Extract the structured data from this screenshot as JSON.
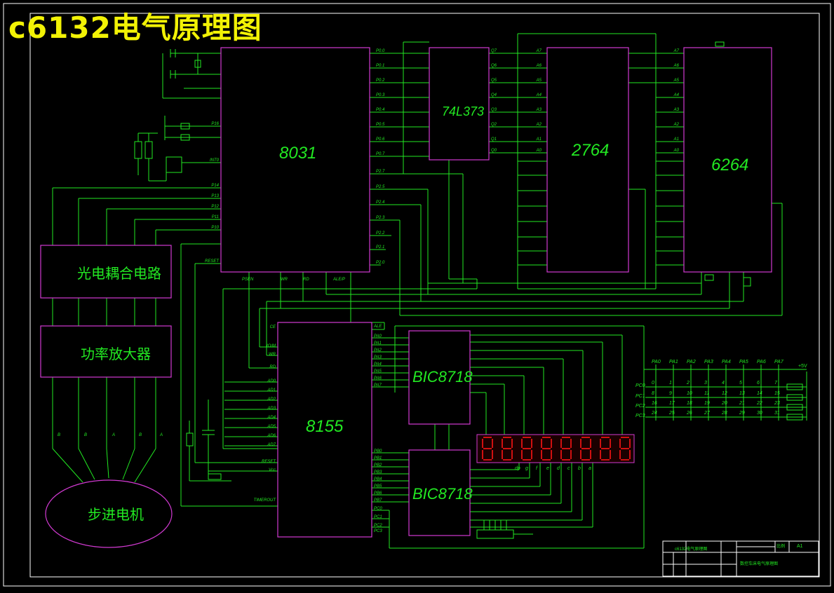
{
  "title": "c6132电气原理图",
  "colors": {
    "background": "#000000",
    "frame": "#ffffff",
    "chip": "#d23ad2",
    "wire": "#22e822",
    "title": "#f2f205",
    "led": "#d01010"
  },
  "chips": {
    "cpu": "8031",
    "latch": "74L373",
    "eprom": "2764",
    "ram": "6264",
    "io": "8155",
    "driver1": "BIC8718",
    "driver2": "BIC8718"
  },
  "blocks": {
    "optocoupler": "光电耦合电路",
    "amplifier": "功率放大器",
    "motor": "步进电机"
  },
  "cpu_left_pins": [
    "P16",
    "INT0",
    "P14",
    "P13",
    "P12",
    "P11",
    "P10",
    "RESET"
  ],
  "cpu_right_pins": [
    "P0.0",
    "P0.1",
    "P0.2",
    "P0.3",
    "P0.4",
    "P0.5",
    "P0.6",
    "P0.7",
    "P2.7",
    "P2.5",
    "P2.4",
    "P2.3",
    "P2.2",
    "P2.1",
    "P2.0"
  ],
  "cpu_bottom_pins": [
    "PSEN",
    "WR",
    "RD",
    "ALE/P"
  ],
  "latch_q_pins": [
    "Q7",
    "Q6",
    "Q5",
    "Q4",
    "Q3",
    "Q2",
    "Q1",
    "Q0"
  ],
  "eprom_addr_pins": [
    "A7",
    "A6",
    "A5",
    "A4",
    "A3",
    "A2",
    "A1",
    "A0"
  ],
  "ram_addr_pins": [
    "A7",
    "A6",
    "A5",
    "A4",
    "A3",
    "A2",
    "A1",
    "A0"
  ],
  "io_left_pins": [
    "CE",
    "IO/M",
    "WR",
    "RD",
    "AD0",
    "AD1",
    "AD2",
    "AD3",
    "AD4",
    "AD5",
    "AD6",
    "AD7",
    "RESET",
    "Vcc",
    "TIMEROUT"
  ],
  "io_right_pins": [
    "ALE",
    "PA0",
    "PA1",
    "PA2",
    "PA3",
    "PA4",
    "PA5",
    "PA6",
    "PA7",
    "PB0",
    "PB1",
    "PB2",
    "PB3",
    "PB4",
    "PB5",
    "PB6",
    "PB7",
    "PC0",
    "PC1",
    "PC2",
    "PC3"
  ],
  "keypad": {
    "columns": [
      "PA0",
      "PA1",
      "PA2",
      "PA3",
      "PA4",
      "PA5",
      "PA6",
      "PA7"
    ],
    "rows": [
      "PC0",
      "PC1",
      "PC2",
      "PC3"
    ],
    "keys": [
      "0",
      "1",
      "2",
      "3",
      "4",
      "5",
      "6",
      "7",
      "8",
      "9",
      "10",
      "11",
      "12",
      "13",
      "14",
      "15",
      "16",
      "17",
      "18",
      "19",
      "20",
      "21",
      "22",
      "23",
      "24",
      "25",
      "26",
      "27",
      "28",
      "29",
      "30",
      "31"
    ],
    "supply": "+5V"
  },
  "segments": [
    "dp",
    "g",
    "f",
    "e",
    "d",
    "c",
    "b",
    "a"
  ],
  "motor_phases": [
    "B",
    "B",
    "A",
    "B",
    "A"
  ],
  "display_digits": 8,
  "title_block": {
    "drawing_name": "c6132电气原理图",
    "scale_label": "比例",
    "sheet_label": "A1",
    "note": "数控车床电气原理图"
  }
}
